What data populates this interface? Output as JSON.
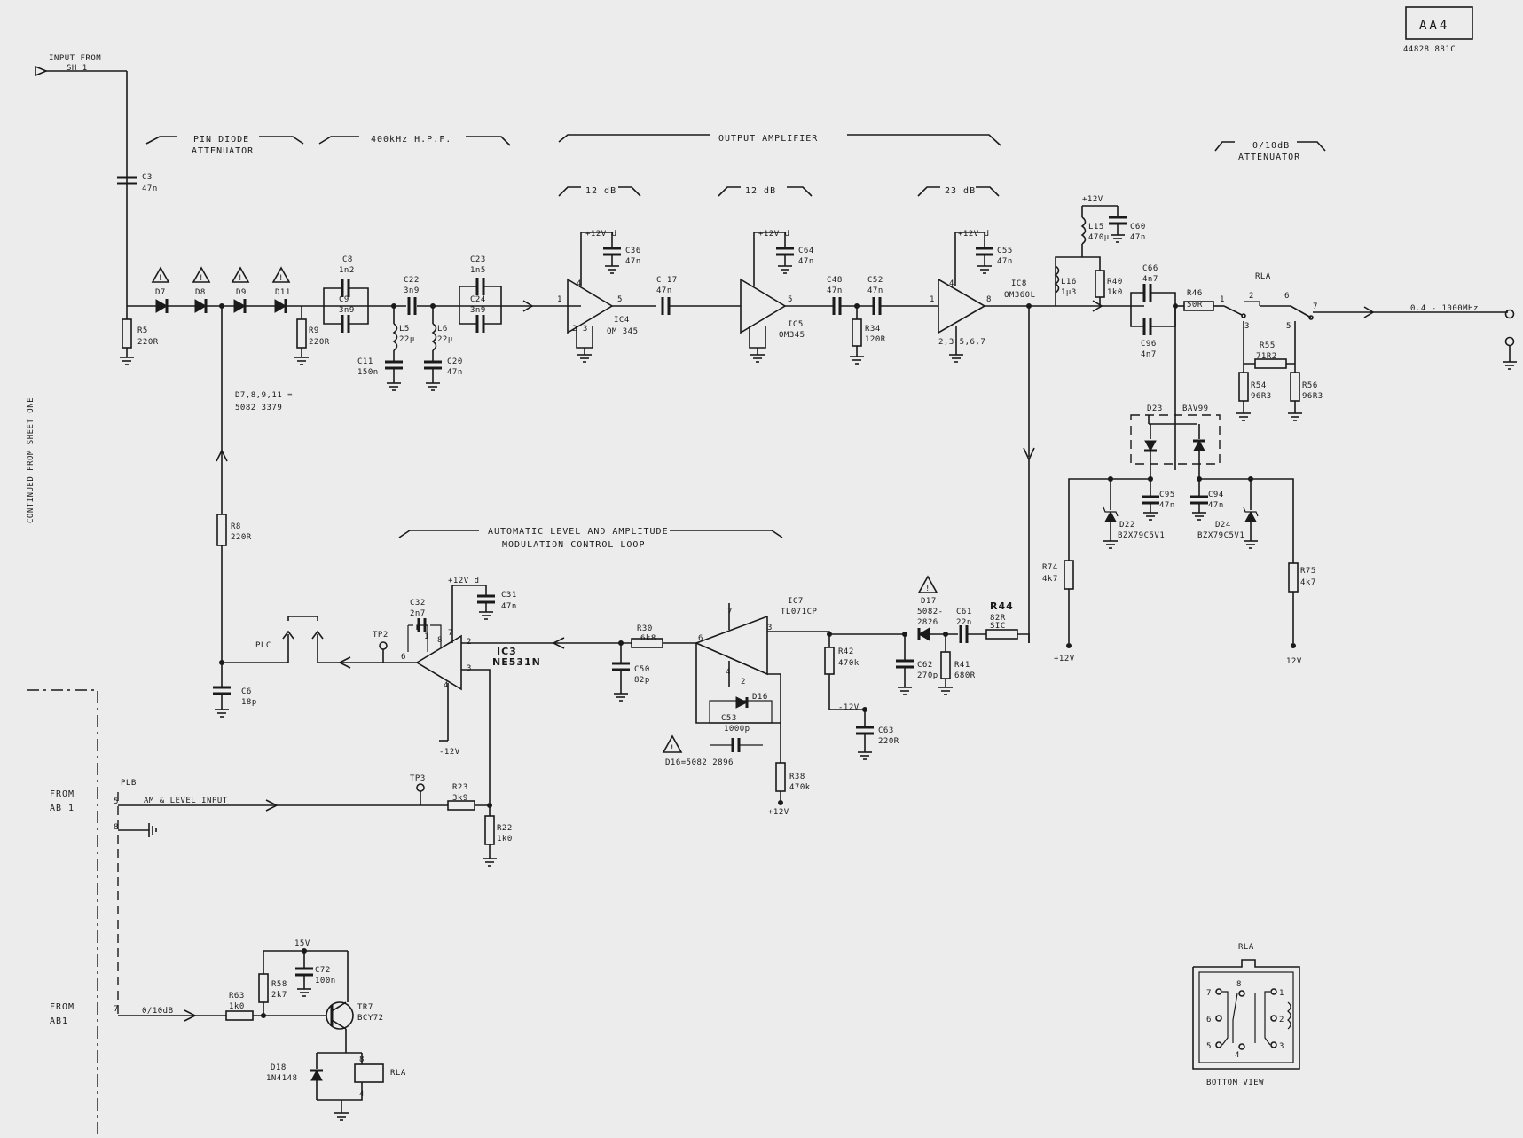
{
  "sheet": {
    "id": "AA4",
    "number": "44828 881C"
  },
  "side_note": "CONTINUED FROM SHEET ONE",
  "sections": {
    "pin_diode": [
      "PIN DIODE",
      "ATTENUATOR"
    ],
    "hpf": "400kHz H.P.F.",
    "output_amp": "OUTPUT AMPLIFIER",
    "stage1": "12 dB",
    "stage2": "12 dB",
    "stage3": "23 dB",
    "attenuator": [
      "0/10dB",
      "ATTENUATOR"
    ],
    "alc": [
      "AUTOMATIC LEVEL AND AMPLITUDE",
      "MODULATION CONTROL LOOP"
    ]
  },
  "input": [
    "INPUT FROM",
    "SH 1"
  ],
  "output": "0.4 - 1000MHz",
  "diode_note": [
    "D7,8,9,11 =",
    "5082 3379"
  ],
  "components": {
    "C3": [
      "C3",
      "47n"
    ],
    "R5": [
      "R5",
      "220R"
    ],
    "D7": "D7",
    "D8": "D8",
    "D9": "D9",
    "D11": "D11",
    "R9": [
      "R9",
      "220R"
    ],
    "C8": [
      "C8",
      "1n2"
    ],
    "C9": [
      "C9",
      "3n9"
    ],
    "C22": [
      "C22",
      "3n9"
    ],
    "L5": [
      "L5",
      "22μ"
    ],
    "C11": [
      "C11",
      "150n"
    ],
    "L6": [
      "L6",
      "22μ"
    ],
    "C20": [
      "C20",
      "47n"
    ],
    "C23": [
      "C23",
      "1n5"
    ],
    "C24": [
      "C24",
      "3n9"
    ],
    "IC4": [
      "IC4",
      "OM 345"
    ],
    "C36": [
      "C36",
      "47n"
    ],
    "V1": "+12V d",
    "C17": [
      "C 17",
      "47n"
    ],
    "IC5": [
      "IC5",
      "OM345"
    ],
    "C64": [
      "C64",
      "47n"
    ],
    "V2": "+12V d",
    "C48": [
      "C48",
      "47n"
    ],
    "C52": [
      "C52",
      "47n"
    ],
    "R34": [
      "R34",
      "120R"
    ],
    "IC8": [
      "IC8",
      "OM360L"
    ],
    "C55": [
      "C55",
      "47n"
    ],
    "V3": "+12V d",
    "IC8pins": "2,3  5,6,7",
    "L15": [
      "L15",
      "470μ"
    ],
    "C60": [
      "C60",
      "47n"
    ],
    "V4": "+12V",
    "L16": [
      "L16",
      "1μ3"
    ],
    "R40": [
      "R40",
      "1k0"
    ],
    "C66": [
      "C66",
      "4n7"
    ],
    "C96": [
      "C96",
      "4n7"
    ],
    "R46": [
      "R46",
      "50R"
    ],
    "RLA": "RLA",
    "R55": [
      "R55",
      "71R2"
    ],
    "R54": [
      "R54",
      "96R3"
    ],
    "R56": [
      "R56",
      "96R3"
    ],
    "D23": "D23",
    "BAV99": "BAV99",
    "C95": [
      "C95",
      "47n"
    ],
    "C94": [
      "C94",
      "47n"
    ],
    "D22": [
      "D22",
      "BZX79C5V1"
    ],
    "D24": [
      "D24",
      "BZX79C5V1"
    ],
    "R74": [
      "R74",
      "4k7"
    ],
    "R75": [
      "R75",
      "4k7"
    ],
    "V5": "+12V",
    "V6": "12V",
    "R8": [
      "R8",
      "220R"
    ],
    "C6": [
      "C6",
      "18p"
    ],
    "PLC": "PLC",
    "TP2": "TP2",
    "C32": [
      "C32",
      "2n7"
    ],
    "IC3": [
      "IC3",
      "NE531N"
    ],
    "C31": [
      "C31",
      "47n"
    ],
    "V7": "+12V d",
    "V8": "-12V",
    "R30": [
      "R30",
      "6k8"
    ],
    "C50": [
      "C50",
      "82p"
    ],
    "IC7": [
      "IC7",
      "TL071CP"
    ],
    "D16": "D16",
    "C53": [
      "C53",
      "1000p"
    ],
    "D16note": "D16=5082 2896",
    "R38": [
      "R38",
      "470k"
    ],
    "V9": "+12V",
    "R42": [
      "R42",
      "470k"
    ],
    "V10": "-12V",
    "C63": [
      "C63",
      "220R"
    ],
    "D17": [
      "D17",
      "5082-",
      "2826"
    ],
    "C61": [
      "C61",
      "22n"
    ],
    "R44": [
      "R44",
      "82R",
      "SIC"
    ],
    "C62": [
      "C62",
      "270p"
    ],
    "R41": [
      "R41",
      "680R"
    ],
    "FROM1": [
      "FROM",
      "AB 1"
    ],
    "PLB": "PLB",
    "AMIN": "AM & LEVEL INPUT",
    "TP3": "TP3",
    "R23": [
      "R23",
      "3k9"
    ],
    "R22": [
      "R22",
      "1k0"
    ],
    "FROM2": [
      "FROM",
      "AB1"
    ],
    "ATTN": "0/10dB",
    "R63": [
      "R63",
      "1k0"
    ],
    "R58": [
      "R58",
      "2k7"
    ],
    "V11": "15V",
    "C72": [
      "C72",
      "100n"
    ],
    "TR7": [
      "TR7",
      "BCY72"
    ],
    "D18": [
      "D18",
      "1N4148"
    ],
    "RLA2": "RLA"
  },
  "relay_view": {
    "title": "RLA",
    "caption": "BOTTOM VIEW",
    "pins": [
      "7",
      "8",
      "1",
      "6",
      "2",
      "5",
      "4",
      "3"
    ]
  },
  "pins": {
    "p1": "1",
    "p2": "2",
    "p3": "3",
    "p4": "4",
    "p5": "5",
    "p6": "6",
    "p7": "7",
    "p8": "8"
  }
}
